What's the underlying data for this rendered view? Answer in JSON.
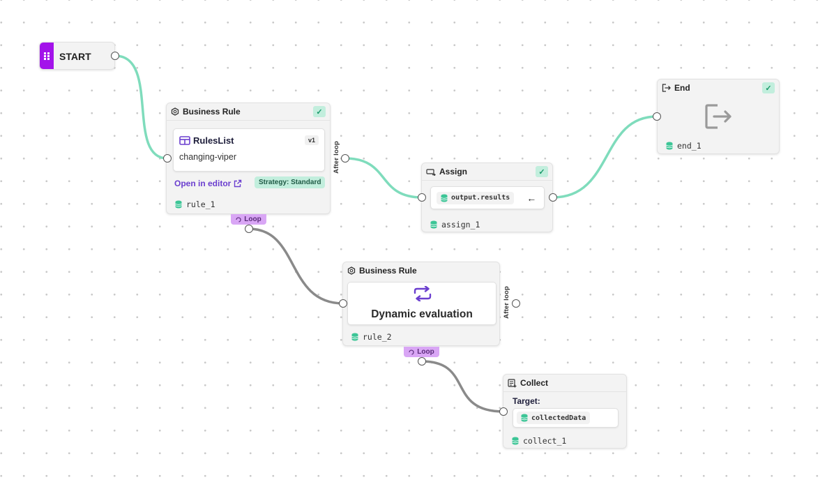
{
  "colors": {
    "success_edge": "#7fdcbc",
    "loop_edge": "#8a8a8a",
    "accent_purple": "#6b3fcf",
    "start_accent": "#a313ea",
    "loop_tag": "#d9a6f5"
  },
  "start": {
    "label": "START"
  },
  "rule1": {
    "header": "Business Rule",
    "card_title": "RulesList",
    "version": "v1",
    "name": "changing-viper",
    "open_link": "Open in editor",
    "strategy": "Strategy: Standard",
    "var": "rule_1",
    "after_loop": "After loop",
    "loop": "Loop"
  },
  "assign": {
    "header": "Assign",
    "target": "output.results",
    "arrow": "←",
    "var": "assign_1"
  },
  "end": {
    "header": "End",
    "var": "end_1"
  },
  "rule2": {
    "header": "Business Rule",
    "card_title": "Dynamic evaluation",
    "var": "rule_2",
    "after_loop": "After loop",
    "loop": "Loop"
  },
  "collect": {
    "header": "Collect",
    "target_label": "Target:",
    "target": "collectedData",
    "var": "collect_1"
  }
}
